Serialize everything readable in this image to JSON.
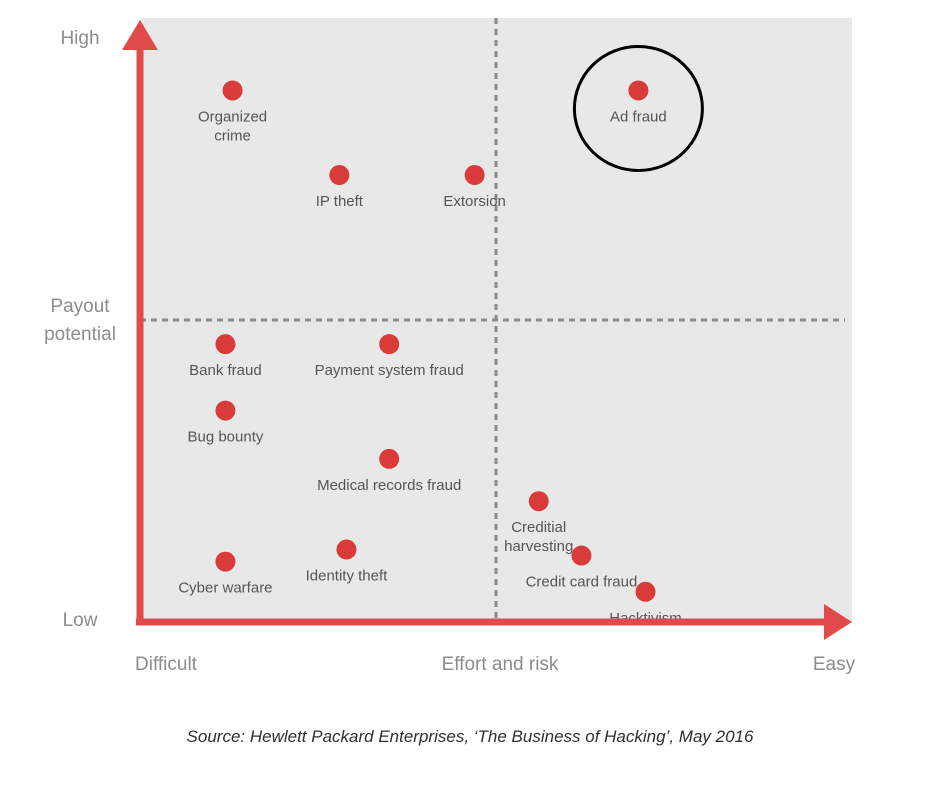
{
  "chart_data": {
    "type": "scatter",
    "title": "",
    "xlabel": "Effort and risk",
    "ylabel_lines": [
      "Payout",
      "potential"
    ],
    "x_tick_labels": {
      "left": "Difficult",
      "right": "Easy"
    },
    "y_tick_labels": {
      "top": "High",
      "bottom": "Low"
    },
    "xlim": [
      0,
      100
    ],
    "ylim": [
      0,
      100
    ],
    "grid": false,
    "quadrant_dividers": {
      "x": 50,
      "y": 50
    },
    "points": [
      {
        "label": [
          "Organized",
          "crime"
        ],
        "x": 13,
        "y": 88
      },
      {
        "label": [
          "IP theft"
        ],
        "x": 28,
        "y": 74
      },
      {
        "label": [
          "Extorsion"
        ],
        "x": 47,
        "y": 74
      },
      {
        "label": [
          "Ad fraud"
        ],
        "x": 70,
        "y": 88,
        "highlighted": true
      },
      {
        "label": [
          "Bank fraud"
        ],
        "x": 12,
        "y": 46
      },
      {
        "label": [
          "Payment system fraud"
        ],
        "x": 35,
        "y": 46
      },
      {
        "label": [
          "Bug bounty"
        ],
        "x": 12,
        "y": 35
      },
      {
        "label": [
          "Medical records fraud"
        ],
        "x": 35,
        "y": 27
      },
      {
        "label": [
          "Creditial",
          "harvesting"
        ],
        "x": 56,
        "y": 20
      },
      {
        "label": [
          "Credit card fraud"
        ],
        "x": 62,
        "y": 11
      },
      {
        "label": [
          "Identity theft"
        ],
        "x": 29,
        "y": 12
      },
      {
        "label": [
          "Cyber warfare"
        ],
        "x": 12,
        "y": 10
      },
      {
        "label": [
          "Hacktivism"
        ],
        "x": 71,
        "y": 5
      }
    ],
    "colors": {
      "points": "#d93a3a",
      "axes": "#e14a4a",
      "background": "#e8e8e8",
      "highlight_ring": "#000000"
    }
  },
  "source": "Source: Hewlett Packard Enterprises, ‘The Business of Hacking’, May 2016"
}
